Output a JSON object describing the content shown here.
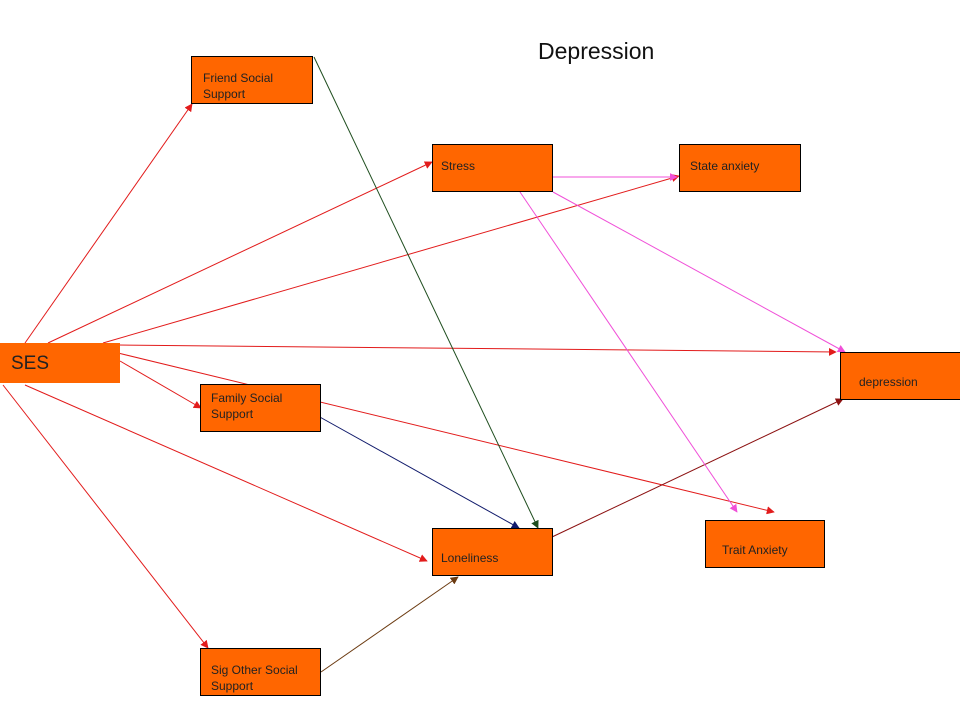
{
  "diagram": {
    "title": "Depression",
    "node_fill": "#FF6600",
    "nodes": {
      "ses": "SES",
      "friend": "Friend Social Support",
      "family": "Family Social Support",
      "sigother": "Sig Other Social Support",
      "stress": "Stress",
      "state": "State anxiety",
      "depression": "depression",
      "loneliness": "Loneliness",
      "trait": "Trait Anxiety"
    },
    "edges": [
      {
        "from": "ses",
        "to": "friend",
        "color": "#E21B1B"
      },
      {
        "from": "ses",
        "to": "stress",
        "color": "#E21B1B"
      },
      {
        "from": "ses",
        "to": "state",
        "color": "#E21B1B"
      },
      {
        "from": "ses",
        "to": "depression",
        "color": "#E21B1B"
      },
      {
        "from": "ses",
        "to": "family",
        "color": "#E21B1B"
      },
      {
        "from": "ses",
        "to": "trait",
        "color": "#E21B1B"
      },
      {
        "from": "ses",
        "to": "loneliness",
        "color": "#E21B1B"
      },
      {
        "from": "ses",
        "to": "sigother",
        "color": "#E21B1B"
      },
      {
        "from": "friend",
        "to": "loneliness",
        "color": "#1E4D1E"
      },
      {
        "from": "family",
        "to": "loneliness",
        "color": "#101A6B"
      },
      {
        "from": "sigother",
        "to": "loneliness",
        "color": "#6B3A10"
      },
      {
        "from": "loneliness",
        "to": "depression",
        "color": "#8B1010"
      },
      {
        "from": "stress",
        "to": "state",
        "color": "#F050D8"
      },
      {
        "from": "stress",
        "to": "depression",
        "color": "#F050D8"
      },
      {
        "from": "stress",
        "to": "trait",
        "color": "#F050D8"
      }
    ]
  }
}
